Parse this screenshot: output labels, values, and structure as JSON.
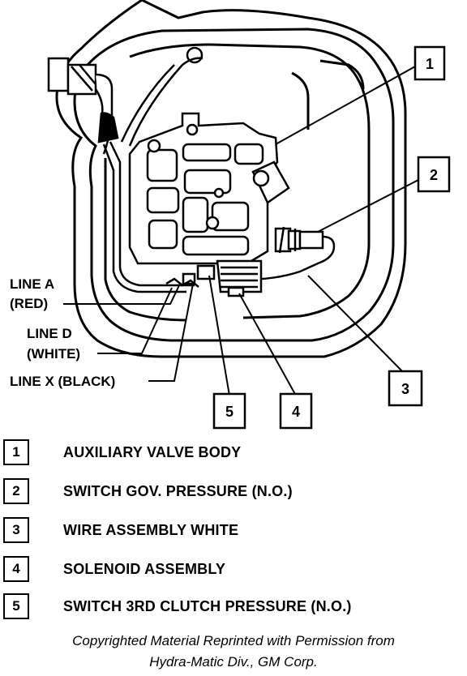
{
  "callouts": [
    {
      "id": "1"
    },
    {
      "id": "2"
    },
    {
      "id": "3"
    },
    {
      "id": "4"
    },
    {
      "id": "5"
    }
  ],
  "line_labels": {
    "line_a": "LINE A",
    "line_a_color": "(RED)",
    "line_d": "LINE D",
    "line_d_color": "(WHITE)",
    "line_x": "LINE X (BLACK)"
  },
  "legend": [
    {
      "num": "1",
      "text": "AUXILIARY VALVE BODY"
    },
    {
      "num": "2",
      "text": "SWITCH GOV. PRESSURE (N.O.)"
    },
    {
      "num": "3",
      "text": "WIRE ASSEMBLY WHITE"
    },
    {
      "num": "4",
      "text": "SOLENOID ASSEMBLY"
    },
    {
      "num": "5",
      "text": "SWITCH 3RD CLUTCH PRESSURE (N.O.)"
    }
  ],
  "copyright": {
    "line1": "Copyrighted Material Reprinted with Permission from",
    "line2": "Hydra-Matic Div., GM Corp."
  }
}
